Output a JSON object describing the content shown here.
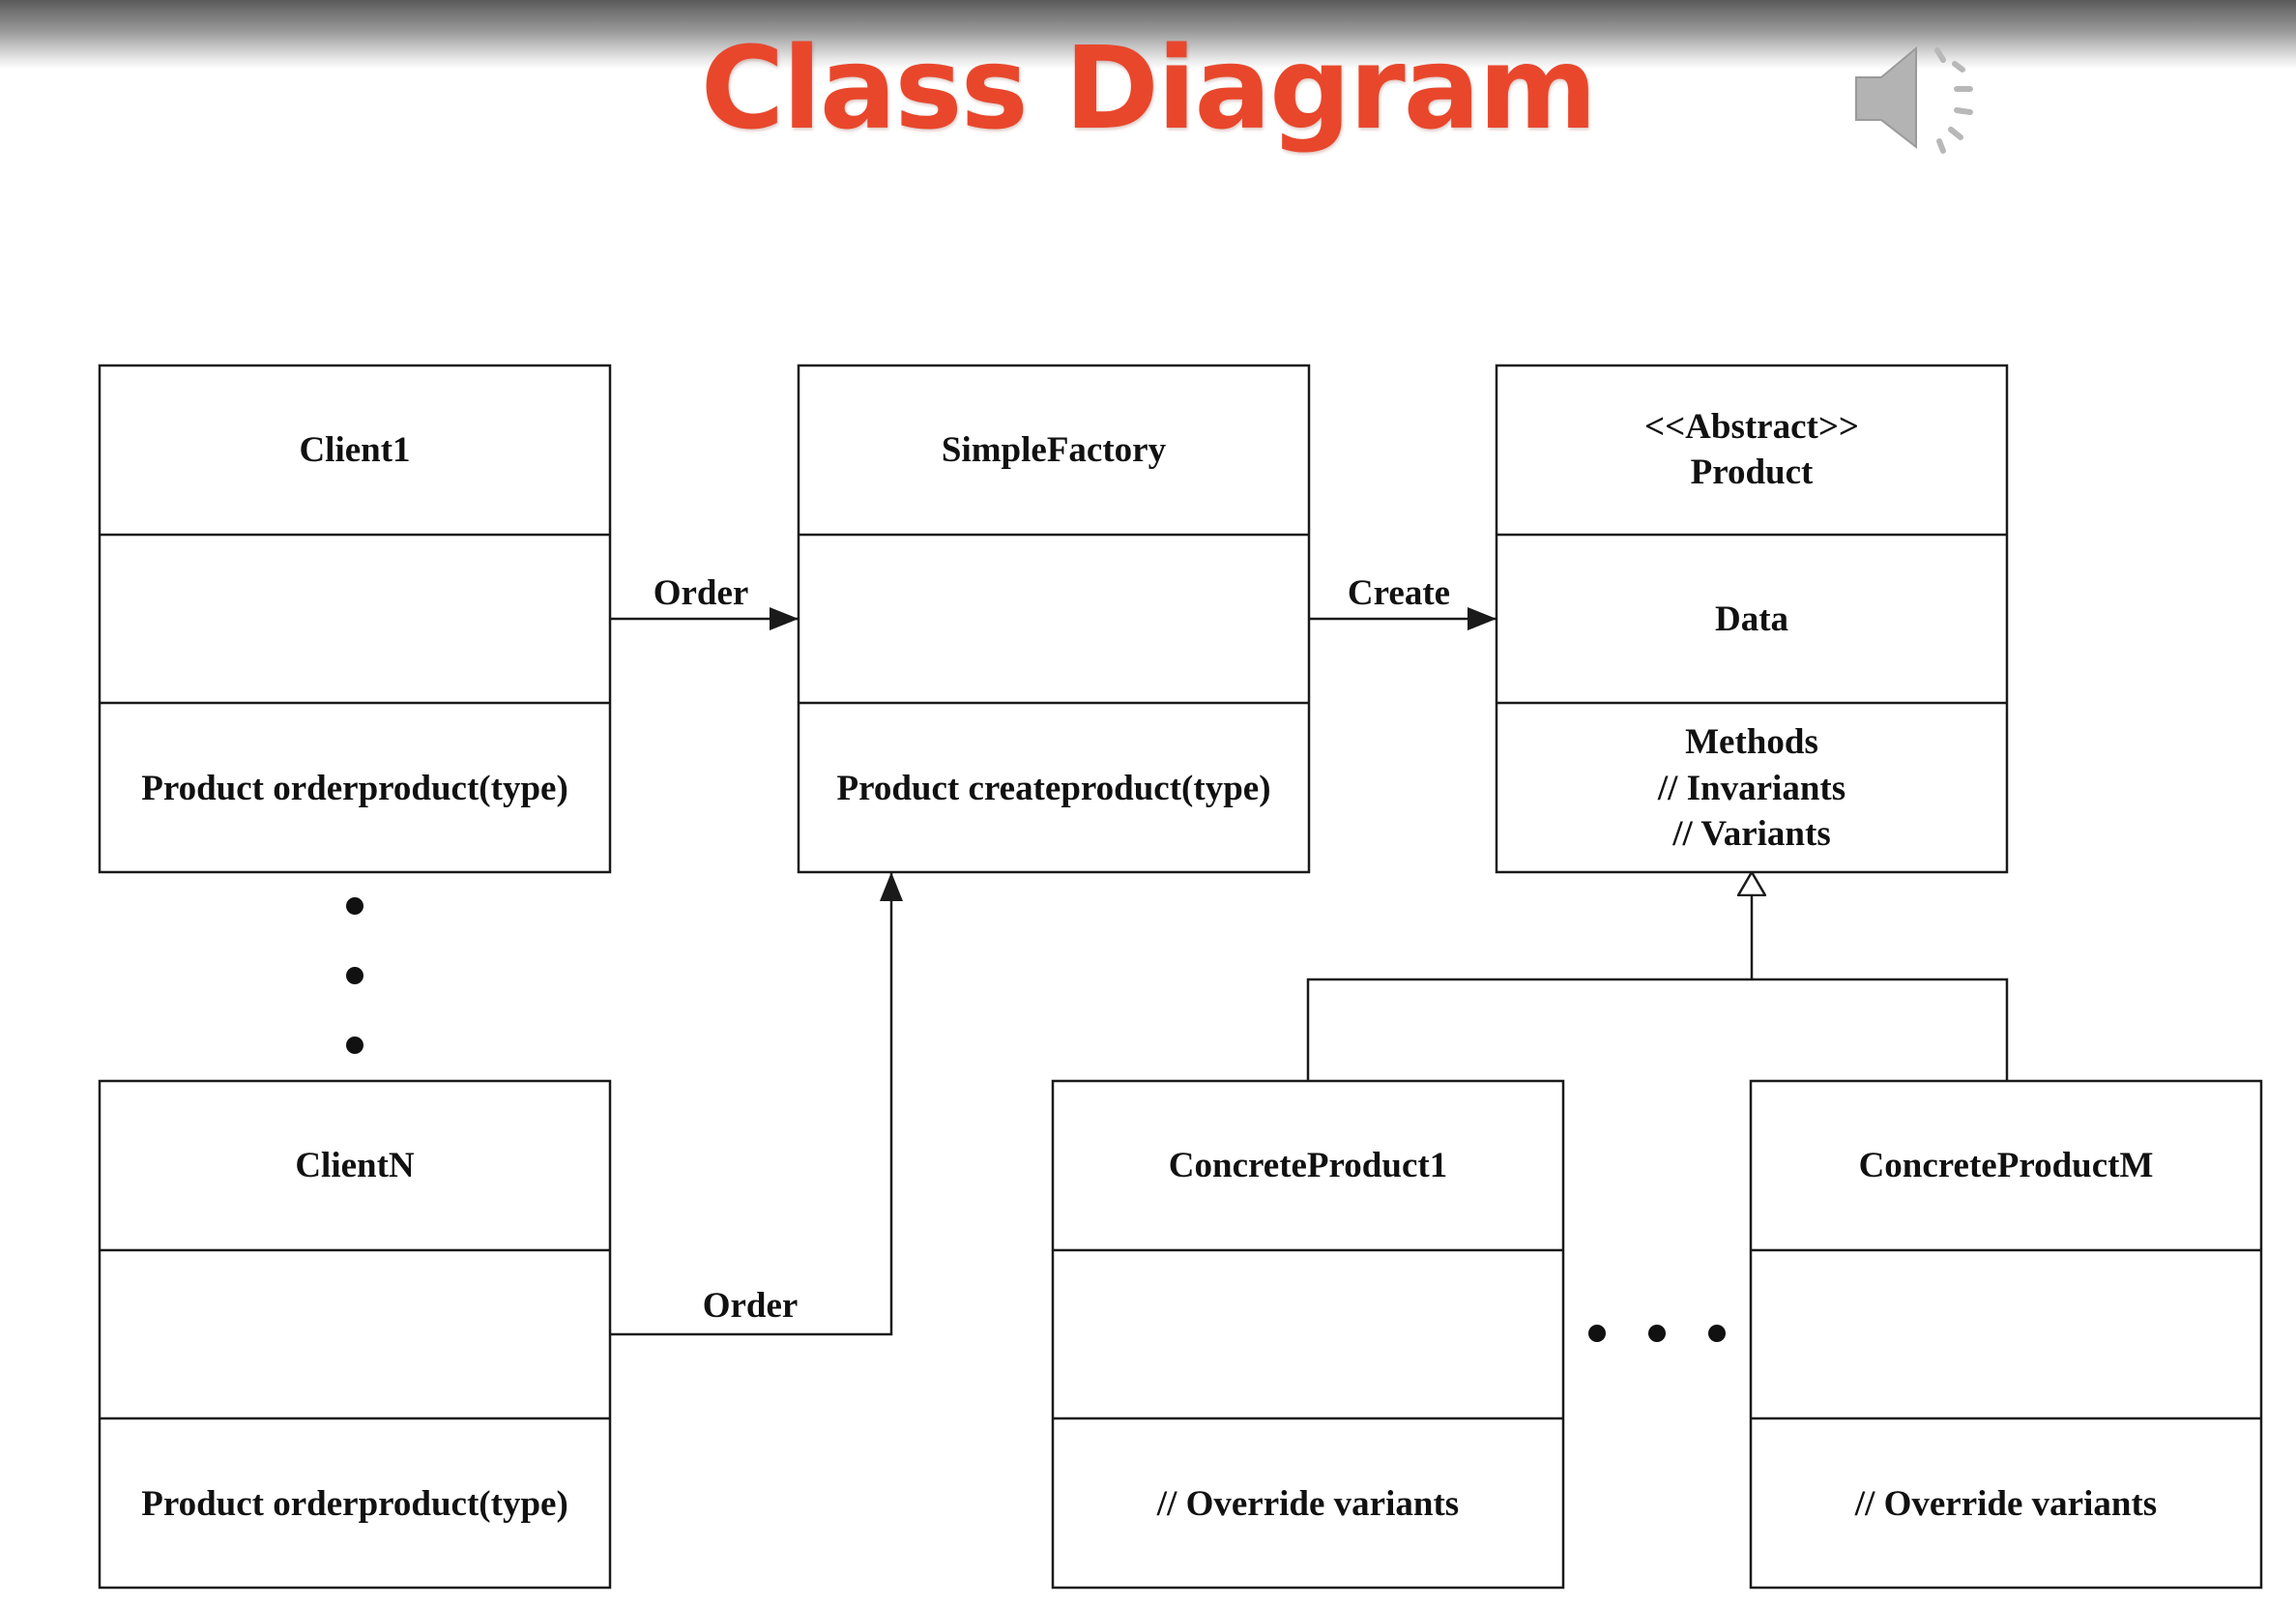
{
  "title": "Class Diagram",
  "colors": {
    "title": "#e8472c",
    "line": "#1a1a1a",
    "speaker": "#a8a8a8"
  },
  "icons": {
    "speaker": "speaker-volume-icon"
  },
  "classes": {
    "client1": {
      "name": "Client1",
      "attributes": "",
      "methods": "Product orderproduct(type)"
    },
    "clientN": {
      "name": "ClientN",
      "attributes": "",
      "methods": "Product orderproduct(type)"
    },
    "factory": {
      "name": "SimpleFactory",
      "attributes": "",
      "methods": "Product createproduct(type)"
    },
    "product": {
      "stereotype": "<<Abstract>>",
      "name": "Product",
      "attributes": "Data",
      "methods": [
        "Methods",
        "// Invariants",
        "// Variants"
      ]
    },
    "concrete1": {
      "name": "ConcreteProduct1",
      "attributes": "",
      "methods": "// Override variants"
    },
    "concreteM": {
      "name": "ConcreteProductM",
      "attributes": "",
      "methods": "// Override variants"
    }
  },
  "relations": {
    "client1_factory": "Order",
    "clientN_factory": "Order",
    "factory_product": "Create"
  }
}
